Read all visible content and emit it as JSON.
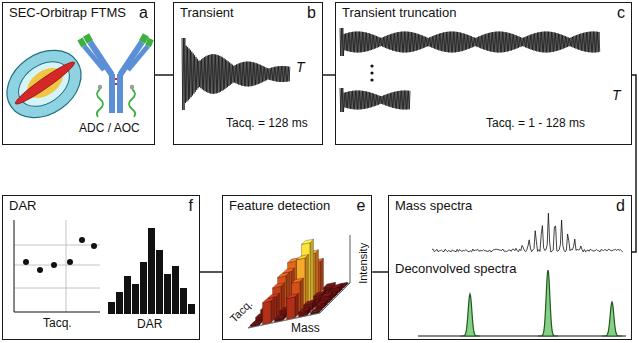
{
  "diagram": {
    "nodes": [
      {
        "text": [
          "SEC-Orbitrap FTMS",
          "a",
          "ADC / AOC"
        ]
      },
      {
        "text": [
          "Transient",
          "b",
          "T",
          "Tacq. = 128 ms"
        ]
      },
      {
        "text": [
          "Transient truncation",
          "c",
          "T",
          "Tacq. = 1 - 128 ms"
        ]
      },
      {
        "text": [
          "Mass spectra",
          "d",
          "Deconvolved spectra"
        ]
      },
      {
        "text": [
          "Feature detection",
          "e",
          "Intensity",
          "Tacq.",
          "Mass"
        ]
      },
      {
        "text": [
          "DAR",
          "f",
          "Tacq.",
          "DAR"
        ]
      }
    ],
    "edges": [
      {
        "from": 0,
        "to": 1,
        "arrow": "none"
      },
      {
        "from": 1,
        "to": 2,
        "arrow": "none"
      },
      {
        "from": 2,
        "to": 3,
        "arrow": "none"
      },
      {
        "from": 3,
        "to": 4,
        "arrow": "none"
      },
      {
        "from": 4,
        "to": 5,
        "arrow": "none"
      }
    ]
  }
}
